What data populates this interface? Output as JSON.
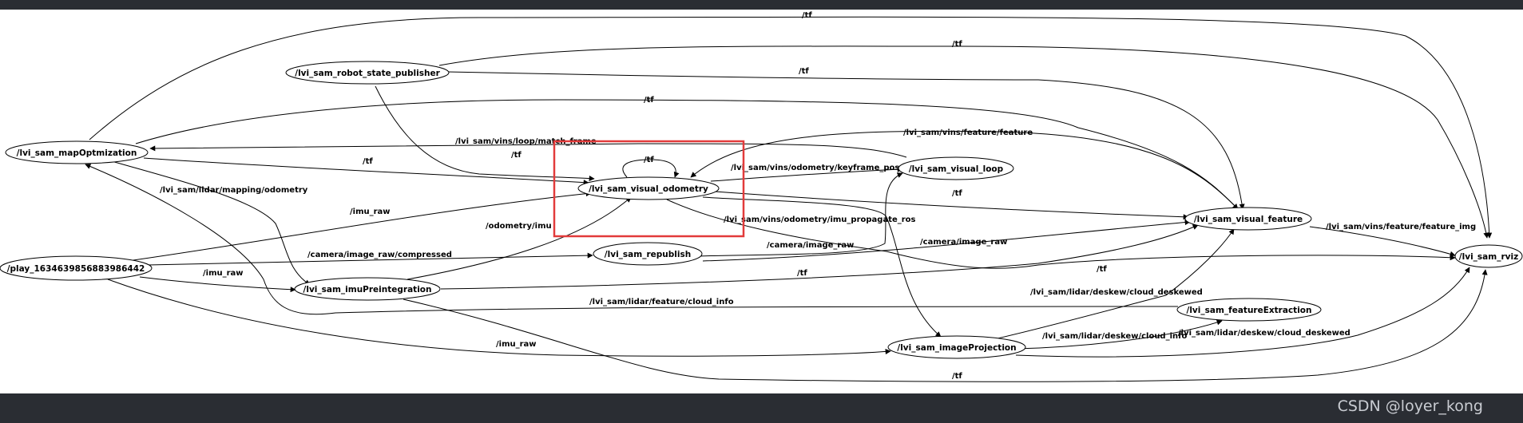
{
  "nodes": [
    {
      "id": "mapopt",
      "label": "/lvi_sam_mapOptmization"
    },
    {
      "id": "rsp",
      "label": "/lvi_sam_robot_state_publisher"
    },
    {
      "id": "play",
      "label": "/play_1634639856883986442"
    },
    {
      "id": "imupre",
      "label": "/lvi_sam_imuPreintegration"
    },
    {
      "id": "vo",
      "label": "/lvi_sam_visual_odometry"
    },
    {
      "id": "repub",
      "label": "/lvi_sam_republish"
    },
    {
      "id": "vloop",
      "label": "/lvi_sam_visual_loop"
    },
    {
      "id": "vfeat",
      "label": "/lvi_sam_visual_feature"
    },
    {
      "id": "rviz",
      "label": "/lvi_sam_rviz"
    },
    {
      "id": "featex",
      "label": "/lvi_sam_featureExtraction"
    },
    {
      "id": "imgproj",
      "label": "/lvi_sam_imageProjection"
    }
  ],
  "edge_labels": {
    "tf_top": "/tf",
    "tf_rsp_rviz": "/tf",
    "tf_rsp_vfeat": "/tf",
    "tf_mapopt_vfeat": "/tf",
    "match_frame": "/lvi_sam/vins/loop/match_frame",
    "tf_rsp_vo": "/tf",
    "tf_self": "/tf",
    "tf_mapopt_vo": "/tf",
    "feature_feature": "/lvi_sam/vins/feature/feature",
    "keyframe_pose": "/lvi_sam/vins/odometry/keyframe_pose",
    "mapping_odometry": "/lvi_sam/lidar/mapping/odometry",
    "tf_vo_vfeat": "/tf",
    "imu_raw_vo": "/imu_raw",
    "odometry_imu": "/odometry/imu",
    "imu_propagate": "/lvi_sam/vins/odometry/imu_propagate_ros",
    "image_raw_repub": "/camera/image_raw",
    "image_raw_vfeat": "/camera/image_raw",
    "feature_img": "/lvi_sam/vins/feature/feature_img",
    "compressed": "/camera/image_raw/compressed",
    "tf_vo_rviz": "/tf",
    "imu_raw_pre": "/imu_raw",
    "tf_pre_vfeat": "/tf",
    "deskewed_vfeat": "/lvi_sam/lidar/deskew/cloud_deskewed",
    "cloud_info_feature": "/lvi_sam/lidar/feature/cloud_info",
    "cloud_info_deskew": "/lvi_sam/lidar/deskew/cloud_info",
    "deskewed_rviz": "/lvi_sam/lidar/deskew/cloud_deskewed",
    "imu_raw_proj": "/imu_raw",
    "tf_bottom": "/tf"
  },
  "watermark": "CSDN @loyer_kong",
  "colors": {
    "highlight": "#e23b3b",
    "bars": "#2a2d33"
  }
}
